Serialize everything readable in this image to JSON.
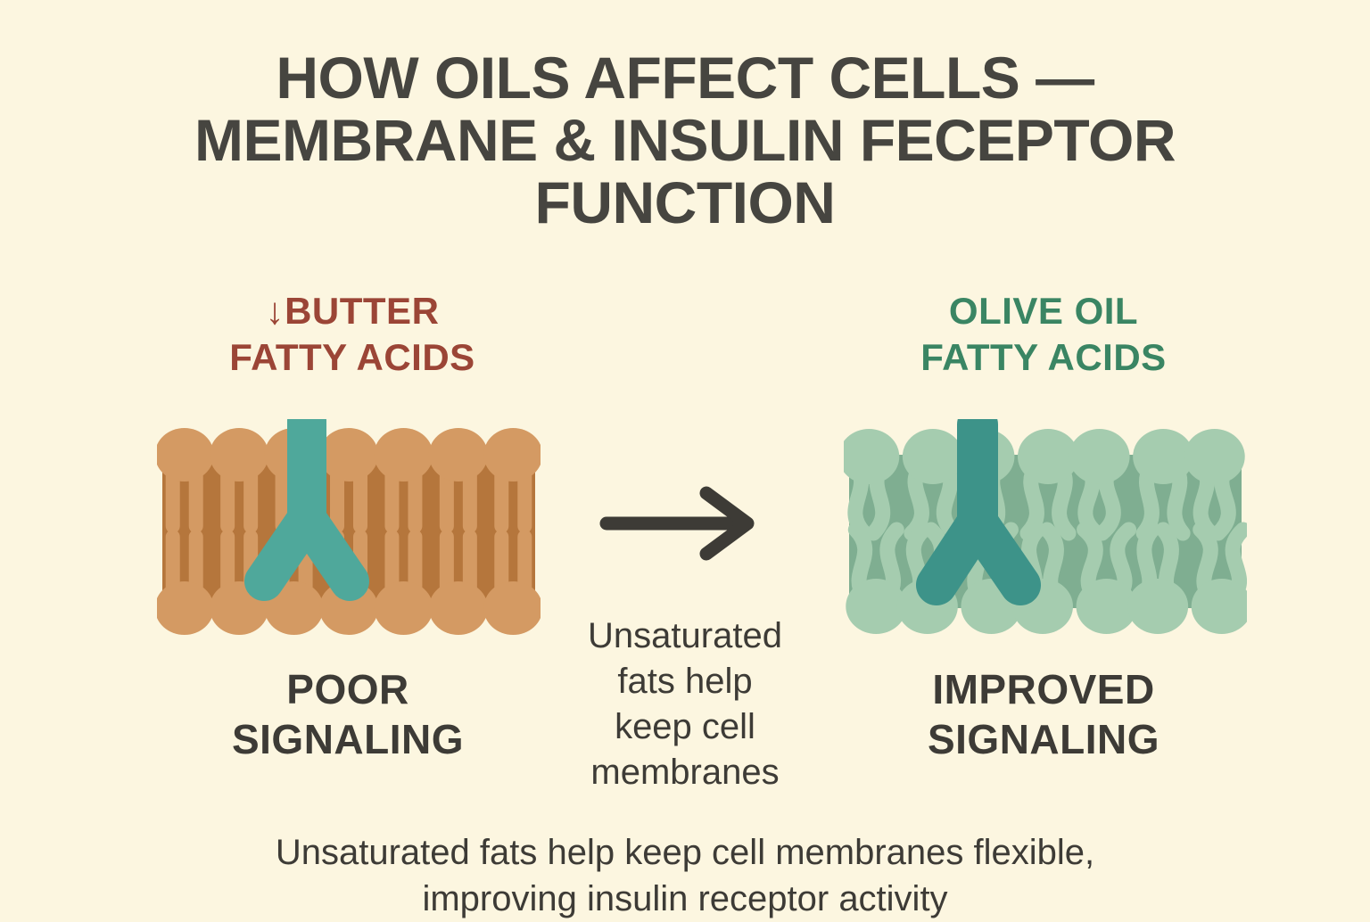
{
  "background_color": "#FCF6E0",
  "title": "HOW OILS AFFECT CELLS — MEMBRANE & INSULIN FECEPTOR FUNCTION",
  "title_color": "#464540",
  "panels": {
    "left": {
      "label_arrow": "↓",
      "label_line1": "BUTTER",
      "label_line2": "FATTY ACIDS",
      "label_color": "#9B4536",
      "caption_line1": "POOR",
      "caption_line2": "SIGNALING",
      "caption_color": "#3D3B36",
      "head_color": "#D49A63",
      "tail_color": "#D49A63",
      "core_color": "#B5763C",
      "receptor_color": "#4FA89B",
      "tail_style": "straight-saturated"
    },
    "right": {
      "label_line1": "OLIVE OIL",
      "label_line2": "FATTY ACIDS",
      "label_color": "#3A8563",
      "caption_line1": "IMPROVED",
      "caption_line2": "SIGNALING",
      "caption_color": "#3D3B36",
      "head_color": "#A5CCAF",
      "tail_color": "#A5CCAF",
      "core_color": "#7FAE91",
      "receptor_color": "#3D9389",
      "tail_style": "kinked-unsaturated"
    }
  },
  "middle": {
    "arrow_icon": "right-arrow-icon",
    "arrow_color": "#3D3B36",
    "caption_line1": "Unsaturated",
    "caption_line2": "fats help",
    "caption_line3": "keep cell",
    "caption_line4": "membranes"
  },
  "footer": {
    "line1": "Unsaturated fats help keep cell membranes flexible,",
    "line2": "improving insulin receptor activity",
    "color": "#3D3B36"
  }
}
